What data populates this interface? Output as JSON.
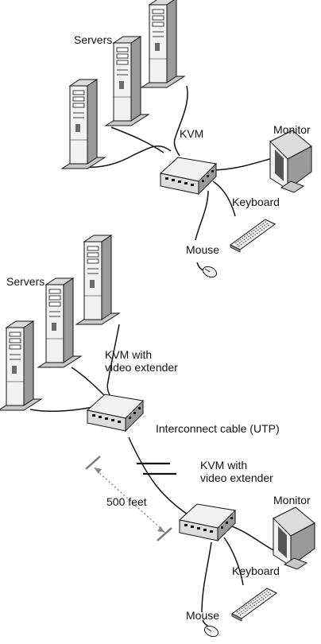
{
  "top_section": {
    "servers_label": "Servers",
    "kvm_label": "KVM",
    "monitor_label": "Monitor",
    "keyboard_label": "Keyboard",
    "mouse_label": "Mouse"
  },
  "bottom_section": {
    "servers_label": "Servers",
    "kvm1_label_line1": "KVM with",
    "kvm1_label_line2": "video extender",
    "cable_label": "Interconnect cable (UTP)",
    "kvm2_label_line1": "KVM with",
    "kvm2_label_line2": "video extender",
    "distance_label": "500 feet",
    "monitor_label": "Monitor",
    "keyboard_label": "Keyboard",
    "mouse_label": "Mouse"
  },
  "colors": {
    "line": "#111111",
    "light": "#f2f2f2",
    "mid": "#c8c8c8",
    "dark": "#8a8a8a",
    "dots": "#888888"
  }
}
